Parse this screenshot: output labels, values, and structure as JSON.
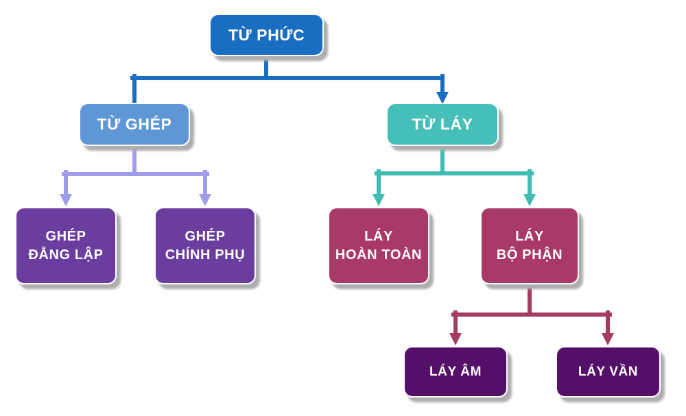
{
  "diagram": {
    "background": "#ffffff",
    "type": "tree",
    "nodes": {
      "tu_phuc": {
        "label": "TỪ PHỨC",
        "fill": "#1a6ec2",
        "text_color": "#ffffff",
        "level": 1
      },
      "tu_ghep": {
        "label": "TỪ GHÉP",
        "fill": "#5e96d6",
        "text_color": "#ffffff",
        "level": 2
      },
      "tu_lay": {
        "label": "TỪ LÁY",
        "fill": "#45bfb7",
        "text_color": "#ffffff",
        "level": 2
      },
      "ghep_dang_lap": {
        "label": "GHÉP\nĐẲNG LẬP",
        "fill": "#6a3d9e",
        "text_color": "#ffffff",
        "level": 3
      },
      "ghep_chinh_phu": {
        "label": "GHÉP\nCHÍNH PHỤ",
        "fill": "#6a3d9e",
        "text_color": "#ffffff",
        "level": 3
      },
      "lay_hoan_toan": {
        "label": "LÁY\nHOÀN TOÀN",
        "fill": "#a93968",
        "text_color": "#ffffff",
        "level": 3
      },
      "lay_bo_phan": {
        "label": "LÁY\nBỘ PHẬN",
        "fill": "#a93968",
        "text_color": "#ffffff",
        "level": 3
      },
      "lay_am": {
        "label": "LÁY ÂM",
        "fill": "#541068",
        "text_color": "#ffffff",
        "level": 4
      },
      "lay_van": {
        "label": "LÁY VẦN",
        "fill": "#541068",
        "text_color": "#ffffff",
        "level": 4
      }
    },
    "edges": [
      {
        "from": "tu_phuc",
        "to": "tu_ghep",
        "color": "#1a6ec2",
        "arrowhead": false
      },
      {
        "from": "tu_phuc",
        "to": "tu_lay",
        "color": "#1a6ec2",
        "arrowhead": true
      },
      {
        "from": "tu_ghep",
        "to": "ghep_dang_lap",
        "color": "#a09cec",
        "arrowhead": true
      },
      {
        "from": "tu_ghep",
        "to": "ghep_chinh_phu",
        "color": "#a09cec",
        "arrowhead": true
      },
      {
        "from": "tu_lay",
        "to": "lay_hoan_toan",
        "color": "#3fbcb3",
        "arrowhead": true
      },
      {
        "from": "tu_lay",
        "to": "lay_bo_phan",
        "color": "#3fbcb3",
        "arrowhead": true
      },
      {
        "from": "lay_bo_phan",
        "to": "lay_am",
        "color": "#a33b63",
        "arrowhead": true
      },
      {
        "from": "lay_bo_phan",
        "to": "lay_van",
        "color": "#a33b63",
        "arrowhead": true
      }
    ],
    "connector_colors": {
      "root_branch": "#1a6ec2",
      "ghep_branch": "#a09cec",
      "lay_branch": "#3fbcb3",
      "bo_phan_branch": "#a33b63"
    }
  }
}
